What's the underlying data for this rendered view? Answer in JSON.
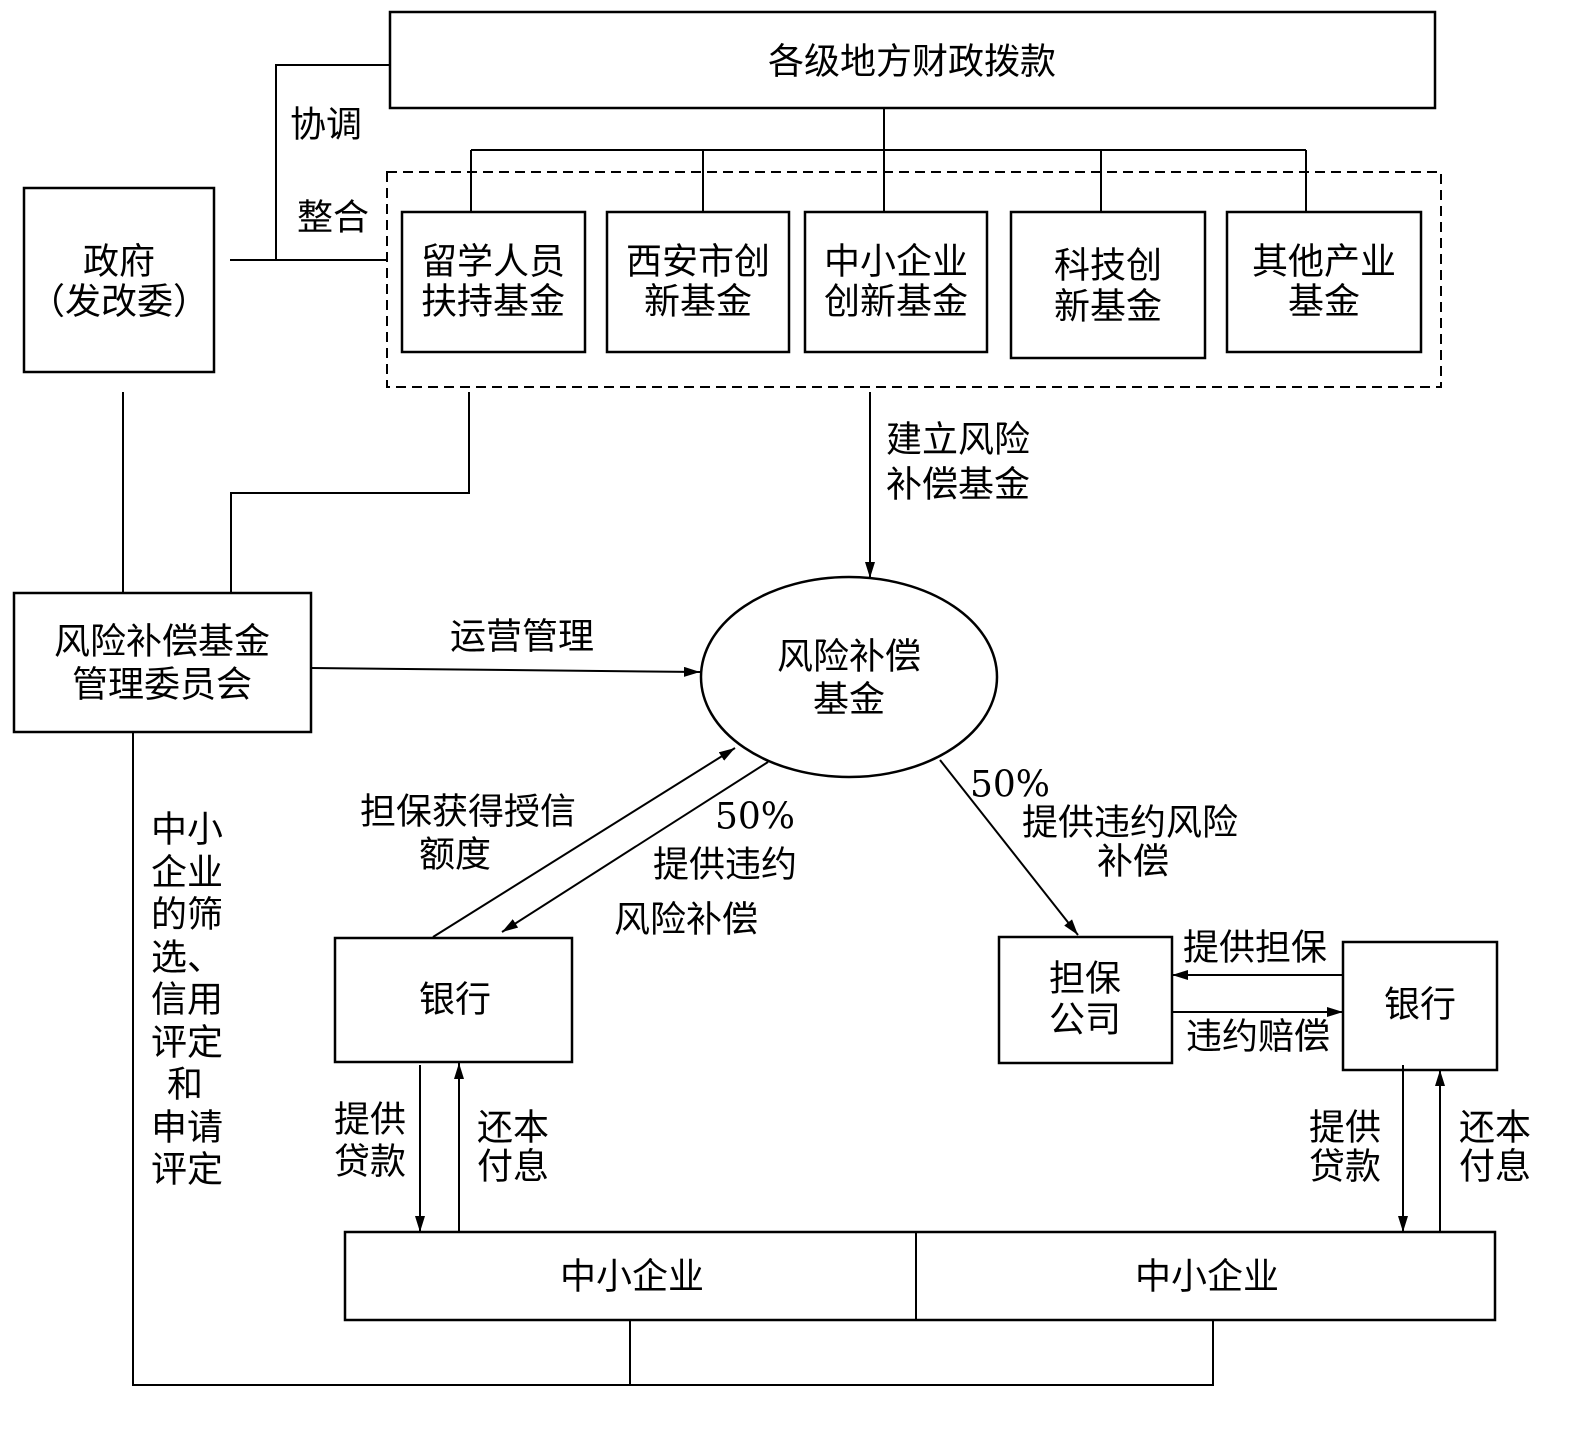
{
  "top_funding": {
    "label": "各级地方财政拨款"
  },
  "government": {
    "lines": [
      "政府",
      "（发改委）"
    ]
  },
  "coordination": {
    "coordinate": "协调",
    "integrate": "整合"
  },
  "funds": [
    {
      "lines": [
        "留学人员",
        "扶持基金"
      ]
    },
    {
      "lines": [
        "西安市创",
        "新基金"
      ]
    },
    {
      "lines": [
        "中小企业",
        "创新基金"
      ]
    },
    {
      "lines": [
        "科技创",
        "新基金"
      ]
    },
    {
      "lines": [
        "其他产业",
        "基金"
      ]
    }
  ],
  "establish": {
    "lines": [
      "建立风险",
      "补偿基金"
    ]
  },
  "committee": {
    "lines": [
      "风险补偿基金",
      "管理委员会"
    ]
  },
  "operation": {
    "label": "运营管理"
  },
  "risk_fund": {
    "lines": [
      "风险补偿",
      "基金"
    ]
  },
  "credit_guarantee": {
    "lines": [
      "担保获得授信",
      "额度"
    ]
  },
  "bank_compensation": {
    "lines": [
      "50%",
      "提供违约",
      "风险补偿"
    ]
  },
  "guarantor_compensation": {
    "lines": [
      "50%",
      "提供违约风险",
      "补偿"
    ]
  },
  "left_bank": {
    "label": "银行"
  },
  "guarantee_company": {
    "lines": [
      "担保",
      "公司"
    ]
  },
  "right_bank": {
    "label": "银行"
  },
  "provide_guarantee": {
    "label": "提供担保"
  },
  "default_compensation": {
    "label": "违约赔偿"
  },
  "left_flows": {
    "loan": [
      "提供",
      "贷款"
    ],
    "repay": [
      "还本",
      "付息"
    ]
  },
  "right_flows": {
    "loan": [
      "提供",
      "贷款"
    ],
    "repay": [
      "还本",
      "付息"
    ]
  },
  "smes": [
    {
      "label": "中小企业"
    },
    {
      "label": "中小企业"
    }
  ],
  "screening": {
    "lines": [
      "中小",
      "企业",
      "的筛",
      "选、",
      "信用",
      "评定",
      "和",
      "申请",
      "评定"
    ]
  }
}
